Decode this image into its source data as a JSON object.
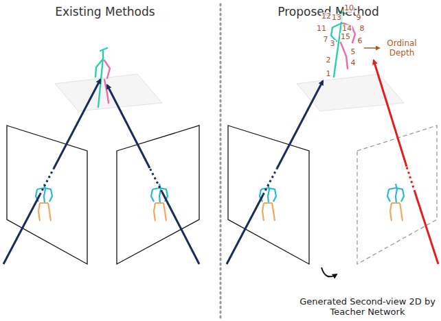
{
  "diagram": {
    "labels": [
      "Existing Methods",
      "Proposed Method",
      "10",
      "12",
      "13",
      "9",
      "11",
      "14",
      "3",
      "8",
      "15",
      "6",
      "7",
      "5",
      "2",
      "4",
      "1",
      "Ordinal Depth",
      "Generated Second-view 2D by Teacher Network"
    ]
  }
}
